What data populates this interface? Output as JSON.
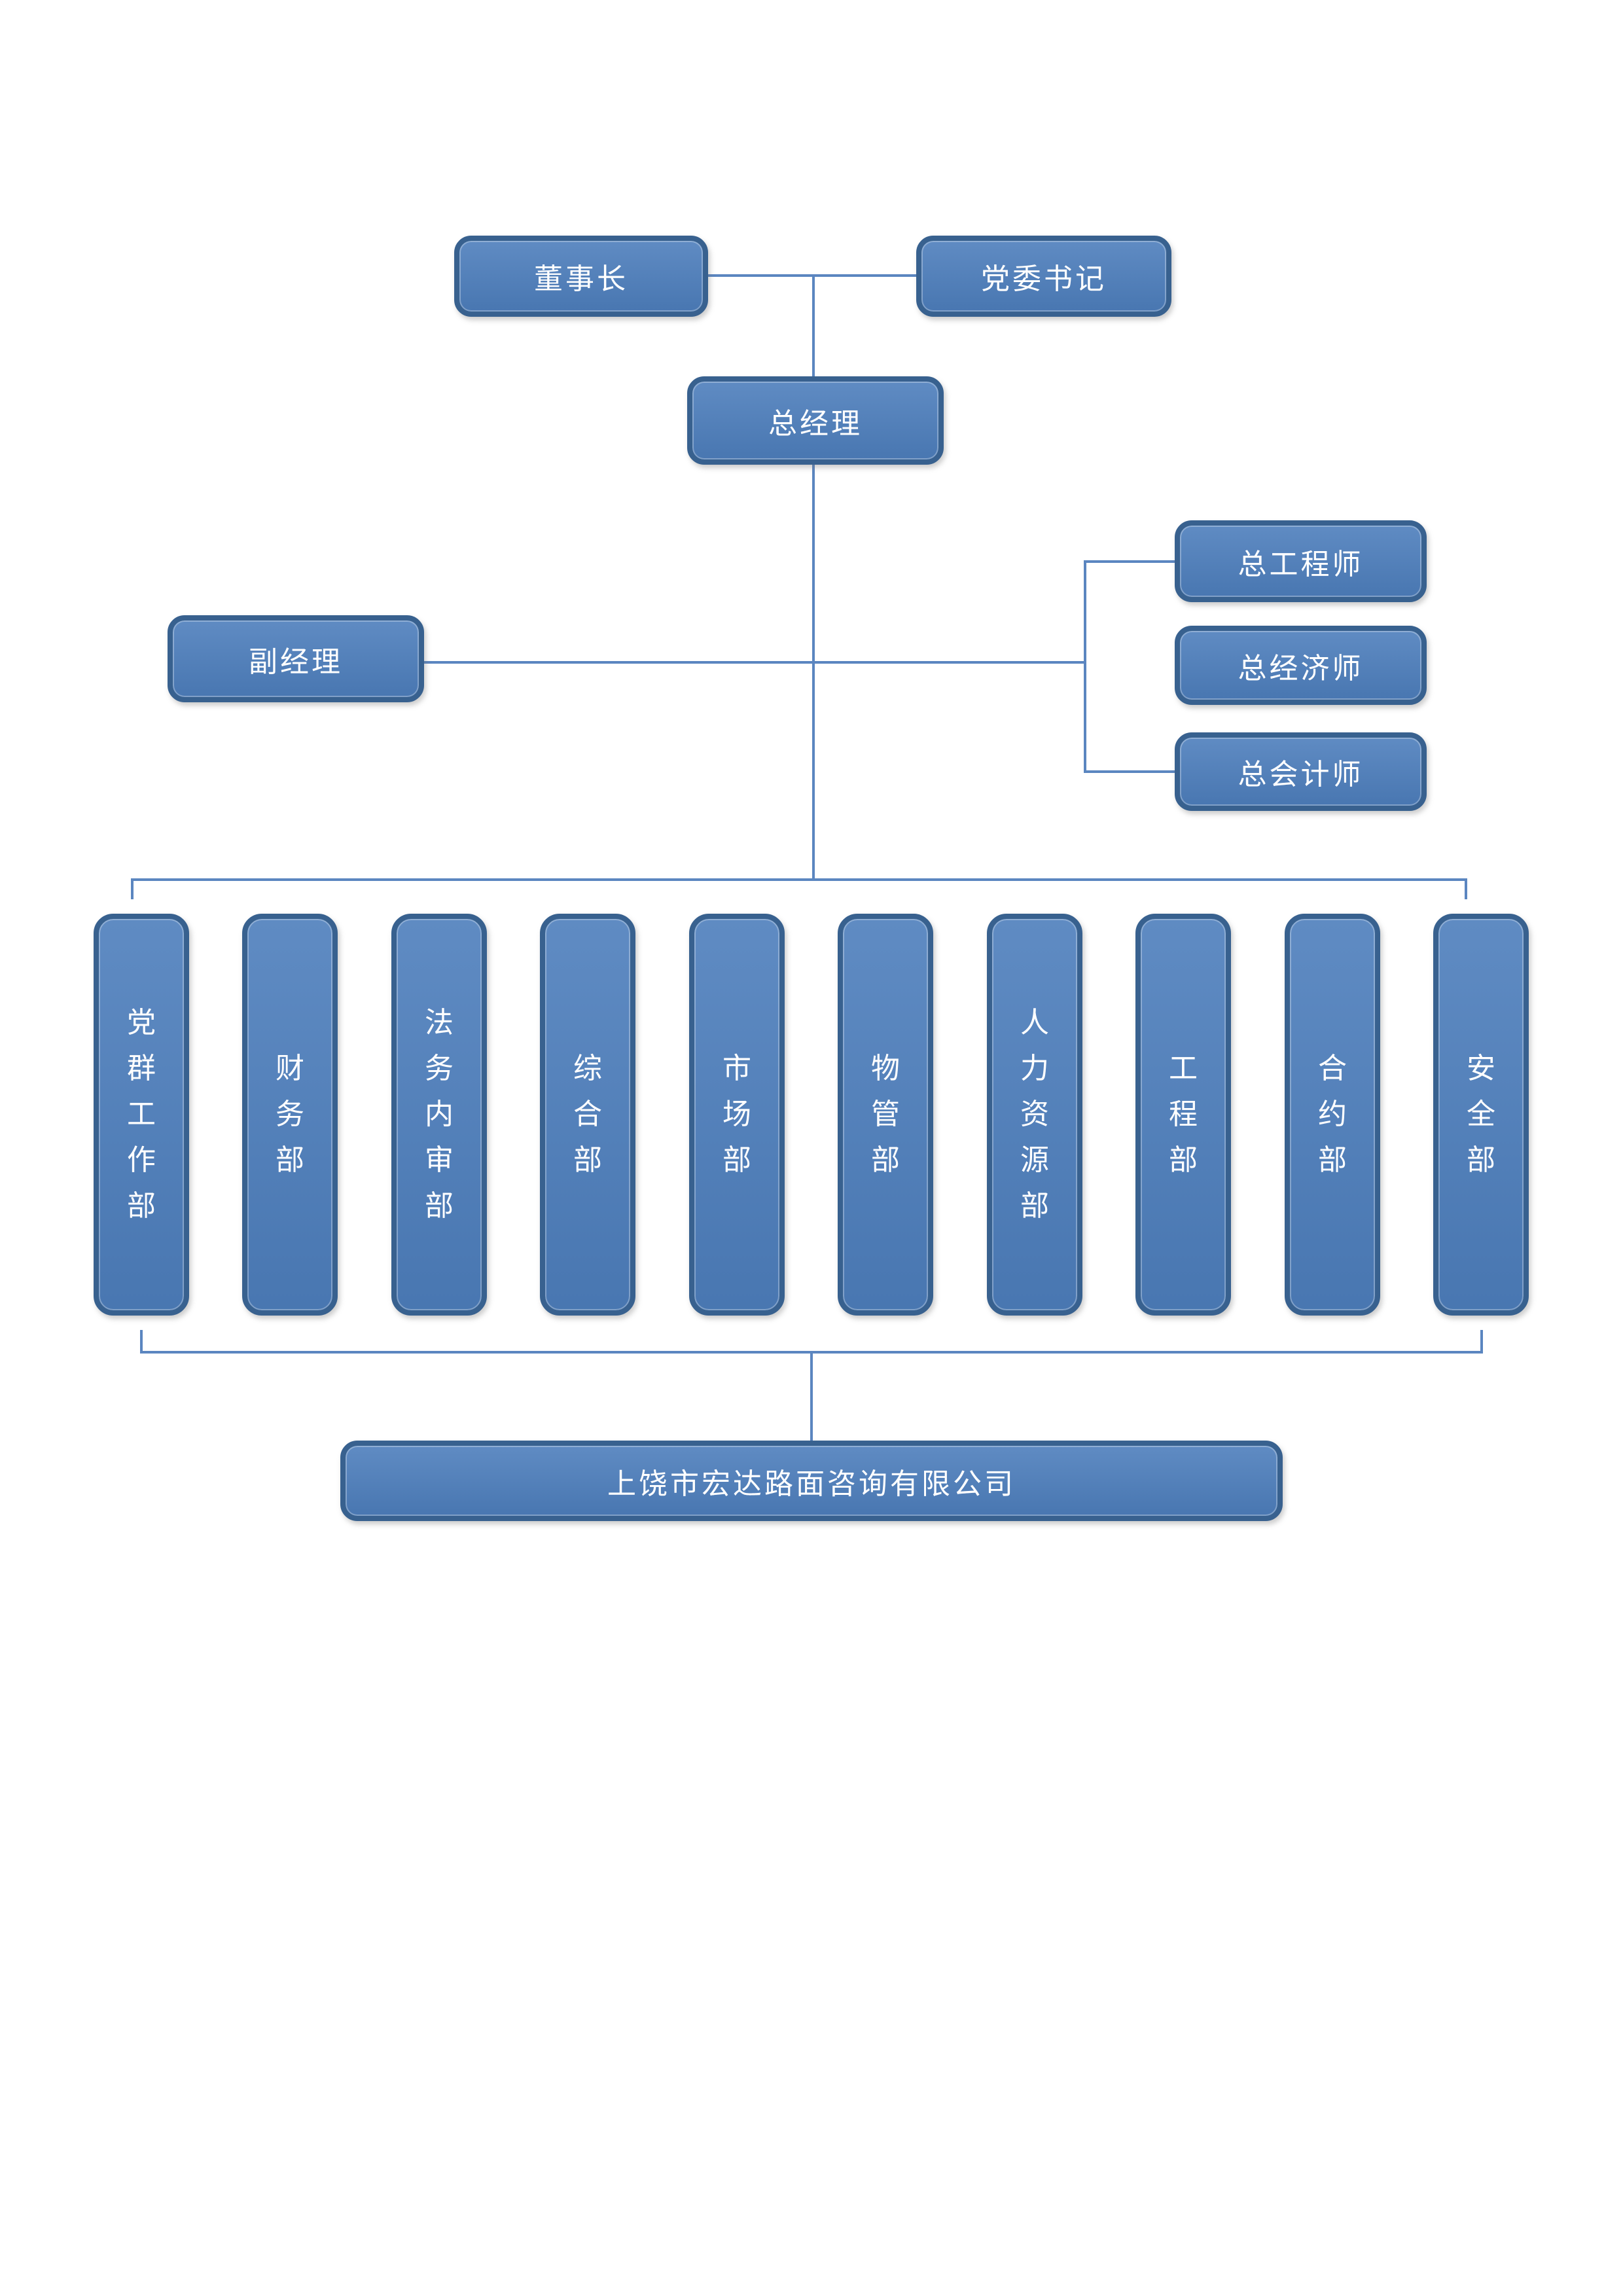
{
  "nodes": {
    "chairman": {
      "label": "董事长"
    },
    "party_secretary": {
      "label": "党委书记"
    },
    "general_manager": {
      "label": "总经理"
    },
    "deputy_manager": {
      "label": "副经理"
    },
    "chief_engineer": {
      "label": "总工程师"
    },
    "chief_economist": {
      "label": "总经济师"
    },
    "chief_accountant": {
      "label": "总会计师"
    }
  },
  "departments": [
    {
      "label": "党群工作部"
    },
    {
      "label": "财务部"
    },
    {
      "label": "法务内审部"
    },
    {
      "label": "综合部"
    },
    {
      "label": "市场部"
    },
    {
      "label": "物管部"
    },
    {
      "label": "人力资源部"
    },
    {
      "label": "工程部"
    },
    {
      "label": "合约部"
    },
    {
      "label": "安全部"
    }
  ],
  "company": {
    "label": "上饶市宏达路面咨询有限公司"
  },
  "colors": {
    "background": "#ffffff",
    "box_fill": "#4d7ebc",
    "box_border": "#38618f",
    "connector": "#5b86c0",
    "text": "#ffffff"
  }
}
